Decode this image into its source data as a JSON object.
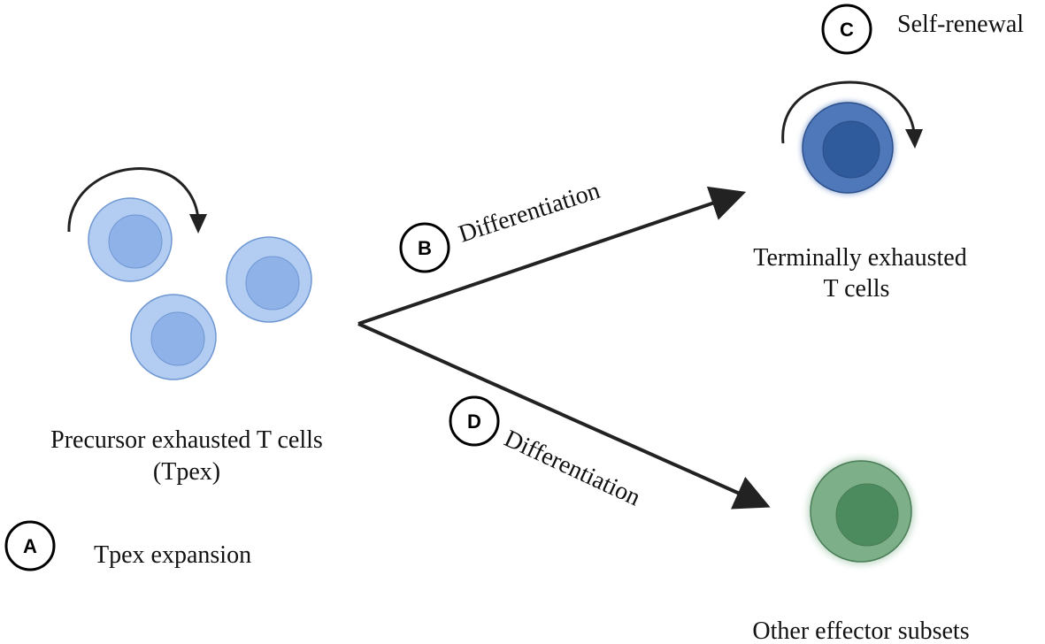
{
  "colors": {
    "tpex_outer": "#b3cdf2",
    "tpex_inner": "#8fb2e8",
    "tpex_stroke": "#6f97d2",
    "terminal_outer": "#4f78bb",
    "terminal_inner": "#2f5a9b",
    "terminal_stroke": "#2c4f8a",
    "effector_outer": "#7db089",
    "effector_inner": "#4c8b5d",
    "effector_stroke": "#4a7d57",
    "arrow": "#222222"
  },
  "icons": {
    "expansion_arrow": "curved-arrow-icon",
    "renewal_arrow": "curved-arrow-icon"
  },
  "tpex": {
    "label_line1": "Precursor exhausted T cells",
    "label_line2": "(Tpex)"
  },
  "terminal": {
    "label_line1": "Terminally exhausted",
    "label_line2": "T cells"
  },
  "effector": {
    "label": "Other effector subsets"
  },
  "steps": {
    "a": {
      "letter": "A",
      "text": "Tpex expansion"
    },
    "b": {
      "letter": "B",
      "text": "Differentiation"
    },
    "c": {
      "letter": "C",
      "text": "Self-renewal"
    },
    "d": {
      "letter": "D",
      "text": "Differentiation"
    }
  }
}
